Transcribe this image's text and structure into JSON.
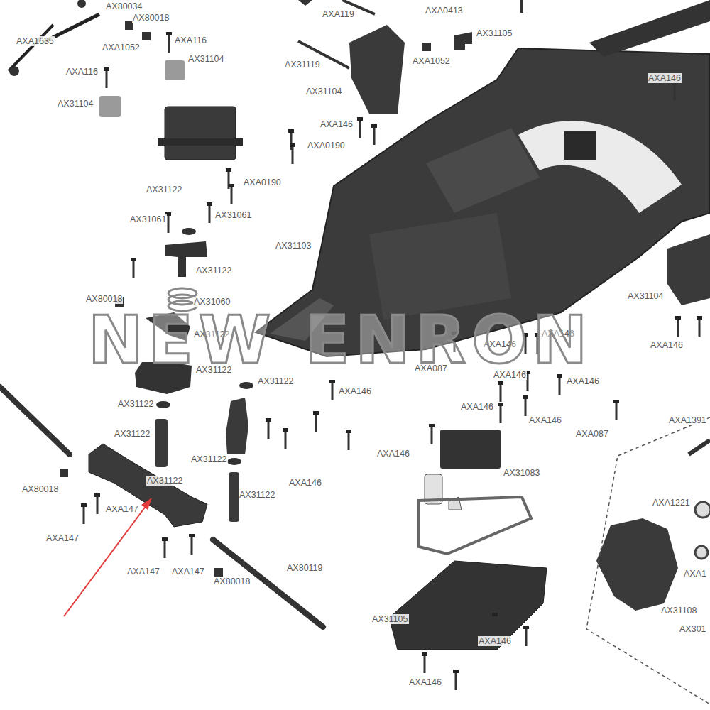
{
  "diagram": {
    "labels": [
      "AX80034",
      "AX80018",
      "AXA1635",
      "AXA1052",
      "AXA116",
      "AX31104",
      "AXA116",
      "AX31104",
      "AXA119",
      "AXA0413",
      "AX31105",
      "AX31119",
      "AXA1052",
      "AX31104",
      "AXA146",
      "AXA146",
      "AXA0190",
      "AXA0190",
      "AX31122",
      "AX31061",
      "AX31061",
      "AX31103",
      "AX31122",
      "AX80018",
      "AX31060",
      "AX31104",
      "AX31122",
      "AXA146",
      "AXA146",
      "AXA146",
      "AXA087",
      "AX31122",
      "AXA146",
      "AXA146",
      "AX31122",
      "AXA146",
      "AX31122",
      "AXA146",
      "AXA146",
      "AXA087",
      "AXA1391",
      "AX31122",
      "AXA146",
      "AX31122",
      "AX31083",
      "AXA146",
      "AX80018",
      "AX31122",
      "AX31122",
      "AXA147",
      "AXA1221",
      "AXA147",
      "AX80119",
      "AXA147",
      "AXA147",
      "AX80018",
      "AX31108",
      "AXA1",
      "AX301",
      "AX31105",
      "AXA146",
      "AXA146",
      "NEW ENRON"
    ]
  }
}
